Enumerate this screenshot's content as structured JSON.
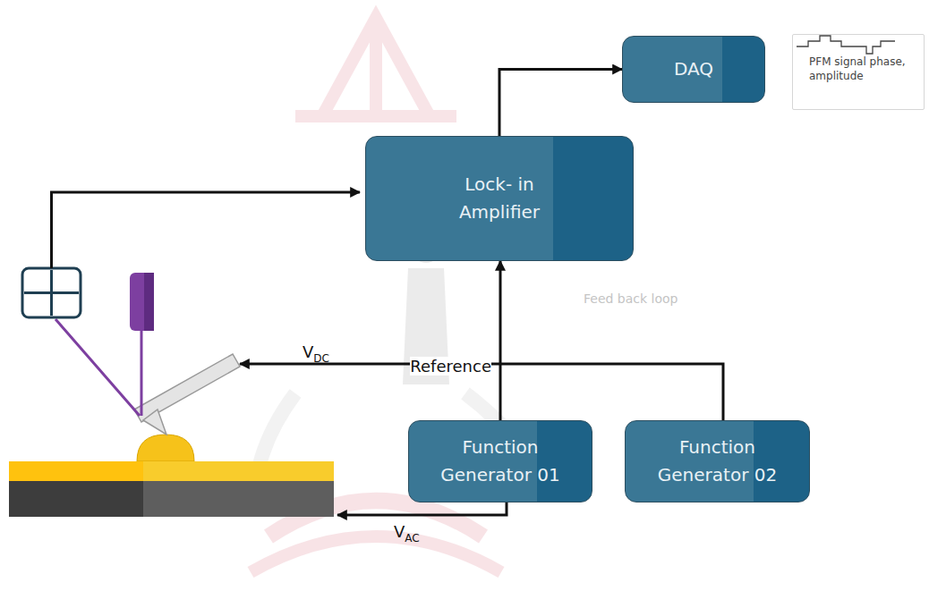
{
  "diagram": {
    "nodes": [
      {
        "text": [
          "DAQ"
        ]
      },
      {
        "text": [
          "PFM signal phase, amplitude"
        ]
      },
      {
        "text": [
          "Lock- in Amplifier"
        ]
      },
      {
        "text": [
          "Function Generator 01"
        ]
      },
      {
        "text": [
          "Function Generator 02"
        ]
      }
    ],
    "edges": [
      {
        "from": 2,
        "to": 0,
        "arrow": "to"
      },
      {
        "from": 3,
        "to": 2,
        "label": "Reference",
        "arrow": "to"
      }
    ],
    "labels": [
      "Feed back loop",
      "VDC",
      "VAC"
    ]
  }
}
